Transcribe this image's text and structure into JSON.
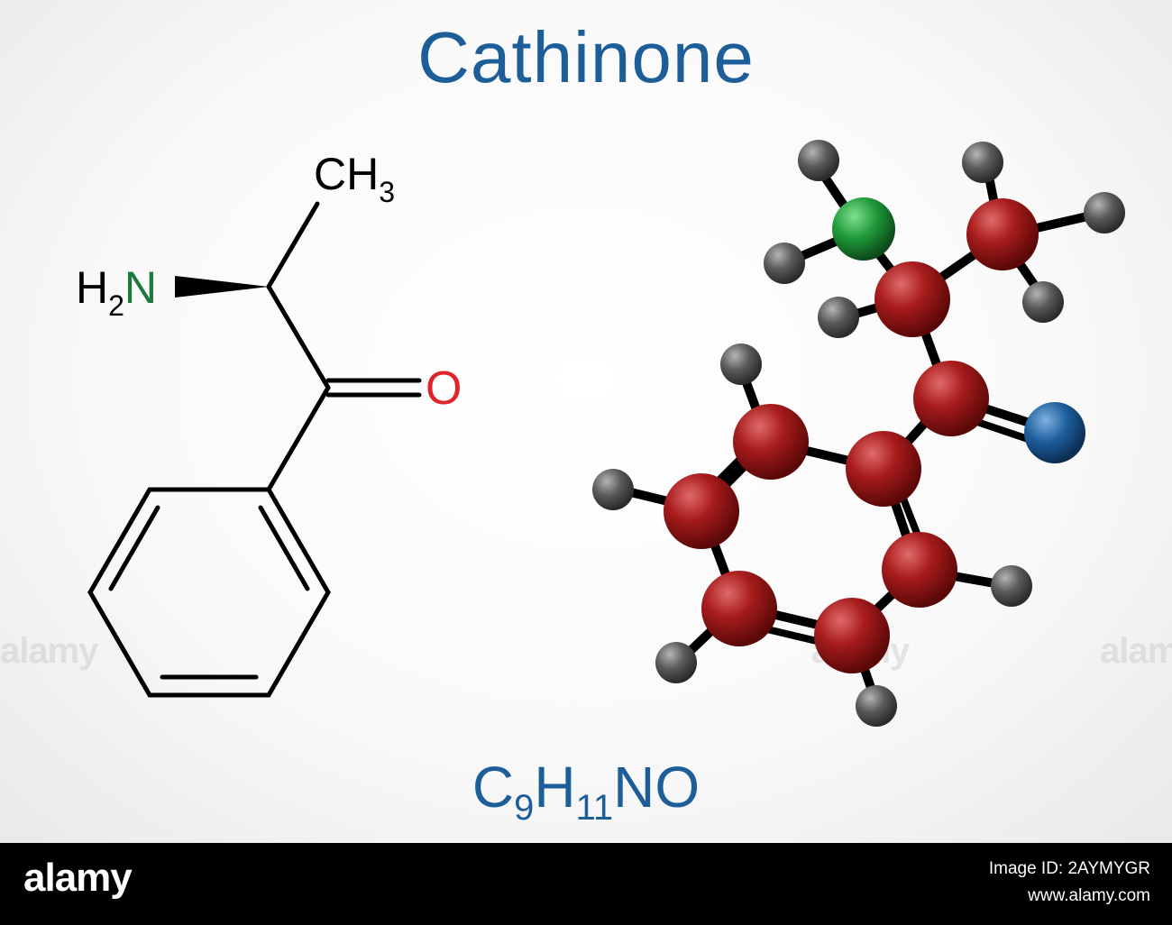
{
  "title": "Cathinone",
  "skeletal": {
    "ch3_label": "CH",
    "ch3_sub": "3",
    "nh2_h": "H",
    "nh2_sub": "2",
    "nh2_n": "N",
    "o_label": "O"
  },
  "formula": {
    "c": "C",
    "c_count": "9",
    "h": "H",
    "h_count": "11",
    "rest": "NO"
  },
  "colors": {
    "title": "#1d5e98",
    "nitrogen_label": "#1a7a3c",
    "oxygen_label": "#e0242b",
    "carbon_atom": "#a01a1a",
    "hydrogen_atom": "#5a5a5a",
    "nitrogen_atom": "#1f9a3a",
    "oxygen_atom": "#1e5f9c"
  },
  "footer": {
    "logo": "alamy",
    "image_id": "Image ID: 2AYMYGR",
    "url": "www.alamy.com"
  },
  "watermark_text": "alamy"
}
